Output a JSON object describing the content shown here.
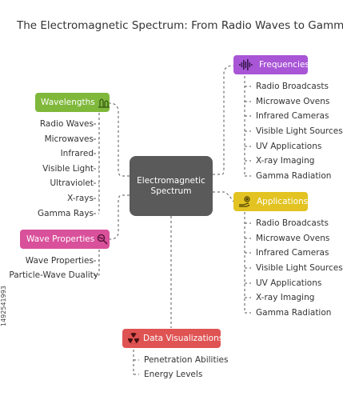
{
  "title": "The Electromagnetic Spectrum: From Radio Waves to Gamma Rays",
  "center": {
    "line1": "Electromagnetic",
    "line2": "Spectrum"
  },
  "branches": {
    "frequencies": {
      "label": "Frequencies",
      "icon": "sound-wave-icon",
      "color": "#a855d6",
      "items": [
        "Radio Broadcasts",
        "Microwave Ovens",
        "Infrared Cameras",
        "Visible Light Sources",
        "UV Applications",
        "X-ray Imaging",
        "Gamma Radiation"
      ]
    },
    "wavelengths": {
      "label": "Wavelengths",
      "icon": "wave-measure-icon",
      "color": "#7fb83a",
      "items": [
        "Radio Waves",
        "Microwaves",
        "Infrared",
        "Visible Light",
        "Ultraviolet",
        "X-rays",
        "Gamma Rays"
      ]
    },
    "applications": {
      "label": "Applications",
      "icon": "gears-hand-icon",
      "color": "#e2c321",
      "items": [
        "Radio Broadcasts",
        "Microwave Ovens",
        "Infrared Cameras",
        "Visible Light Sources",
        "UV Applications",
        "X-ray Imaging",
        "Gamma Radiation"
      ]
    },
    "wave_properties": {
      "label": "Wave Properties",
      "icon": "magnifier-icon",
      "color": "#d9509b",
      "items": [
        "Wave Properties",
        "Particle-Wave Duality"
      ]
    },
    "data_visualizations": {
      "label": "Data Visualizations",
      "icon": "radiation-icon",
      "color": "#e05353",
      "items": [
        "Penetration Abilities",
        "Energy Levels"
      ]
    }
  },
  "watermark": "1492541993"
}
